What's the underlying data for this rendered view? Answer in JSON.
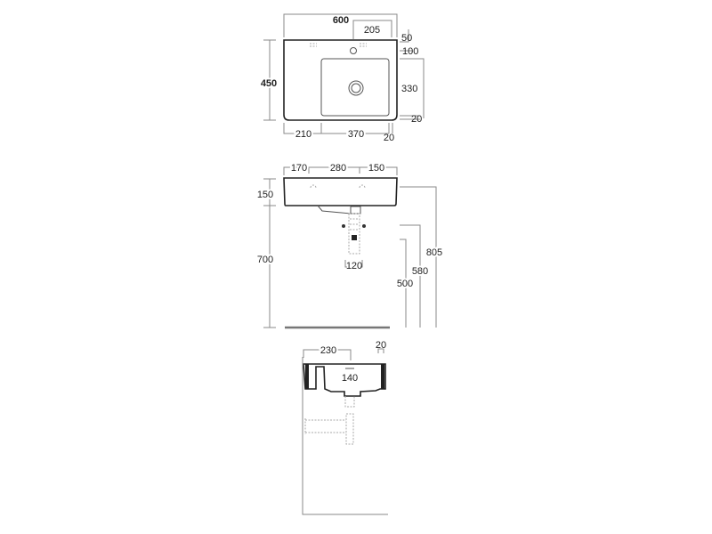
{
  "top_view": {
    "width": "600",
    "tap_offset": "205",
    "tap_top": "50",
    "bowl_top": "100",
    "depth": "450",
    "bowl_depth": "330",
    "bowl_bottom": "20",
    "left_deck": "210",
    "bowl_width": "370",
    "right_rim": "20"
  },
  "front_view": {
    "left": "170",
    "between_holes": "280",
    "right": "150",
    "height": "150",
    "mount_height": "700",
    "top_height": "805",
    "bracket_height": "580",
    "waste_height": "500",
    "waste_width": "120"
  },
  "side_view": {
    "depth": "230",
    "rim": "20",
    "drain_offset": "140"
  }
}
